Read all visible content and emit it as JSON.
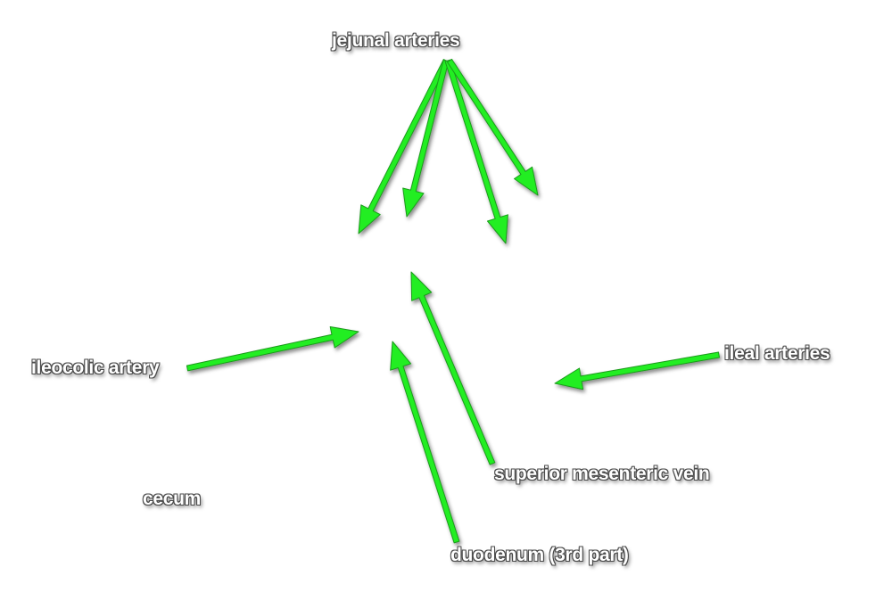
{
  "labels": {
    "jejunal_arteries": "jejunal arteries",
    "ileocolic_artery": "ileocolic artery",
    "ileal_arteries": "ileal arteries",
    "superior_mesenteric_vein": "superior mesenteric vein",
    "cecum": "cecum",
    "duodenum": "duodenum (3rd part)"
  },
  "colors": {
    "arrow_fill": "#22ee22",
    "arrow_stroke": "#1a9a1a",
    "label_text": "#ffffff",
    "label_outline": "#4a4a4a",
    "background": "#ffffff"
  }
}
